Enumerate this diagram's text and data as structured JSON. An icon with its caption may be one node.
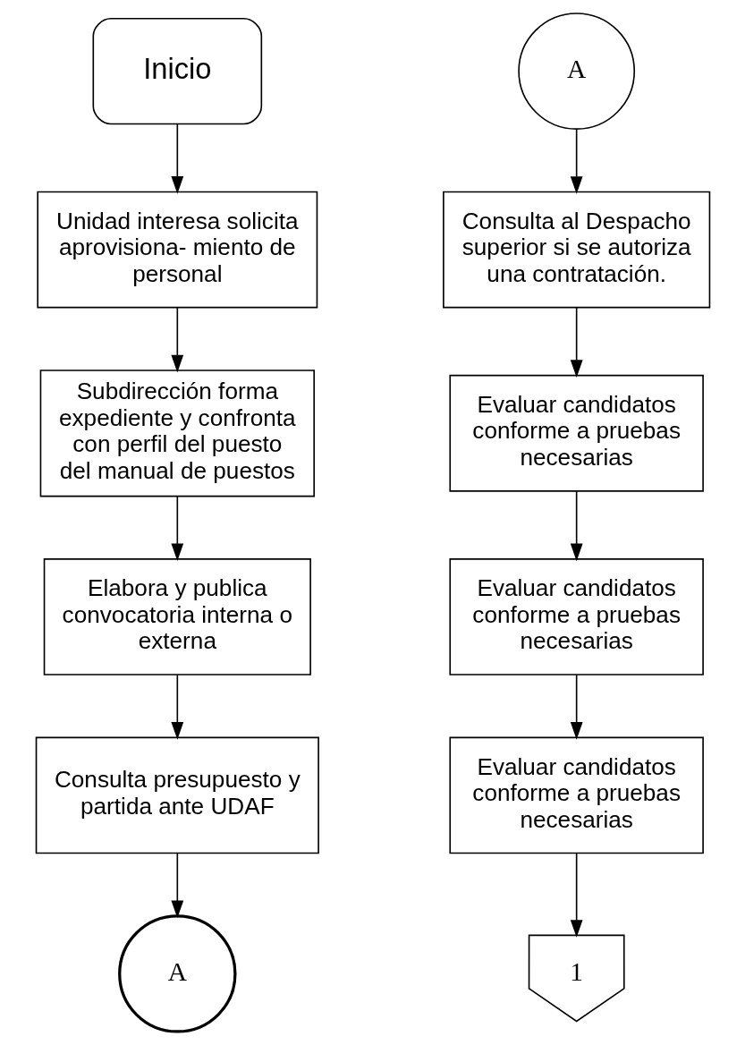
{
  "diagram": {
    "nodes": [
      {
        "text": [
          "Inicio"
        ]
      },
      {
        "text": [
          "Unidad interesa solicita aprovisiona- miento de personal"
        ]
      },
      {
        "text": [
          "Subdirección forma expediente y confronta con perfil del puesto del manual de puestos"
        ]
      },
      {
        "text": [
          "Elabora y publica convocatoria interna o externa"
        ]
      },
      {
        "text": [
          "Consulta presupuesto y partida ante UDAF"
        ]
      },
      {
        "text": [
          "A"
        ]
      },
      {
        "text": [
          "A"
        ]
      },
      {
        "text": [
          "Consulta al Despacho superior si se autoriza una contratación."
        ]
      },
      {
        "text": [
          "Evaluar candidatos conforme a pruebas necesarias"
        ]
      },
      {
        "text": [
          "Evaluar candidatos conforme a pruebas necesarias"
        ]
      },
      {
        "text": [
          "Evaluar candidatos conforme a pruebas necesarias"
        ]
      },
      {
        "text": [
          "1"
        ]
      }
    ],
    "edges": [
      {
        "from": 0,
        "to": 1,
        "arrow": "to"
      },
      {
        "from": 1,
        "to": 2,
        "arrow": "to"
      },
      {
        "from": 2,
        "to": 3,
        "arrow": "to"
      },
      {
        "from": 3,
        "to": 4,
        "arrow": "to"
      },
      {
        "from": 4,
        "to": 5,
        "arrow": "to"
      },
      {
        "from": 6,
        "to": 7,
        "arrow": "to"
      },
      {
        "from": 7,
        "to": 8,
        "arrow": "to"
      },
      {
        "from": 8,
        "to": 9,
        "arrow": "to"
      },
      {
        "from": 9,
        "to": 10,
        "arrow": "to"
      },
      {
        "from": 10,
        "to": 11,
        "arrow": "to"
      }
    ]
  }
}
